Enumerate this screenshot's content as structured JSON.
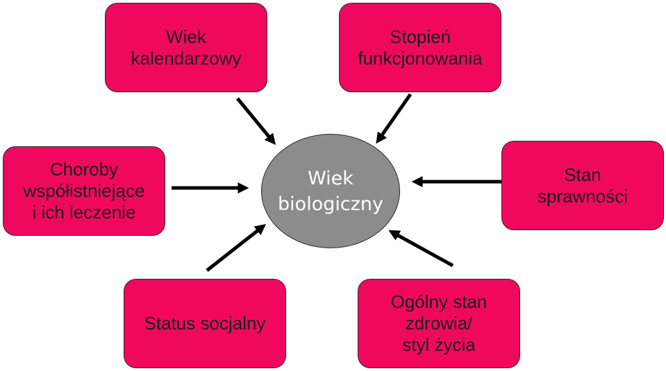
{
  "center": {
    "lines": [
      "Wiek",
      "biologiczny"
    ],
    "fill": "#8c8c8c",
    "text_color": "#ffffff"
  },
  "factors": {
    "calendar_age": [
      "Wiek",
      "kalendarzowy"
    ],
    "functioning": [
      "Stopień",
      "funkcjonowania"
    ],
    "comorbidities": [
      "Choroby",
      "współistniejące",
      "i ich leczenie"
    ],
    "fitness": [
      "Stan",
      "sprawności"
    ],
    "social_status": [
      "Status socjalny"
    ],
    "health": [
      "Ogólny stan",
      "zdrowia/",
      "styl życia"
    ]
  },
  "colors": {
    "box_fill": "#f0085f",
    "arrow": "#000000"
  }
}
